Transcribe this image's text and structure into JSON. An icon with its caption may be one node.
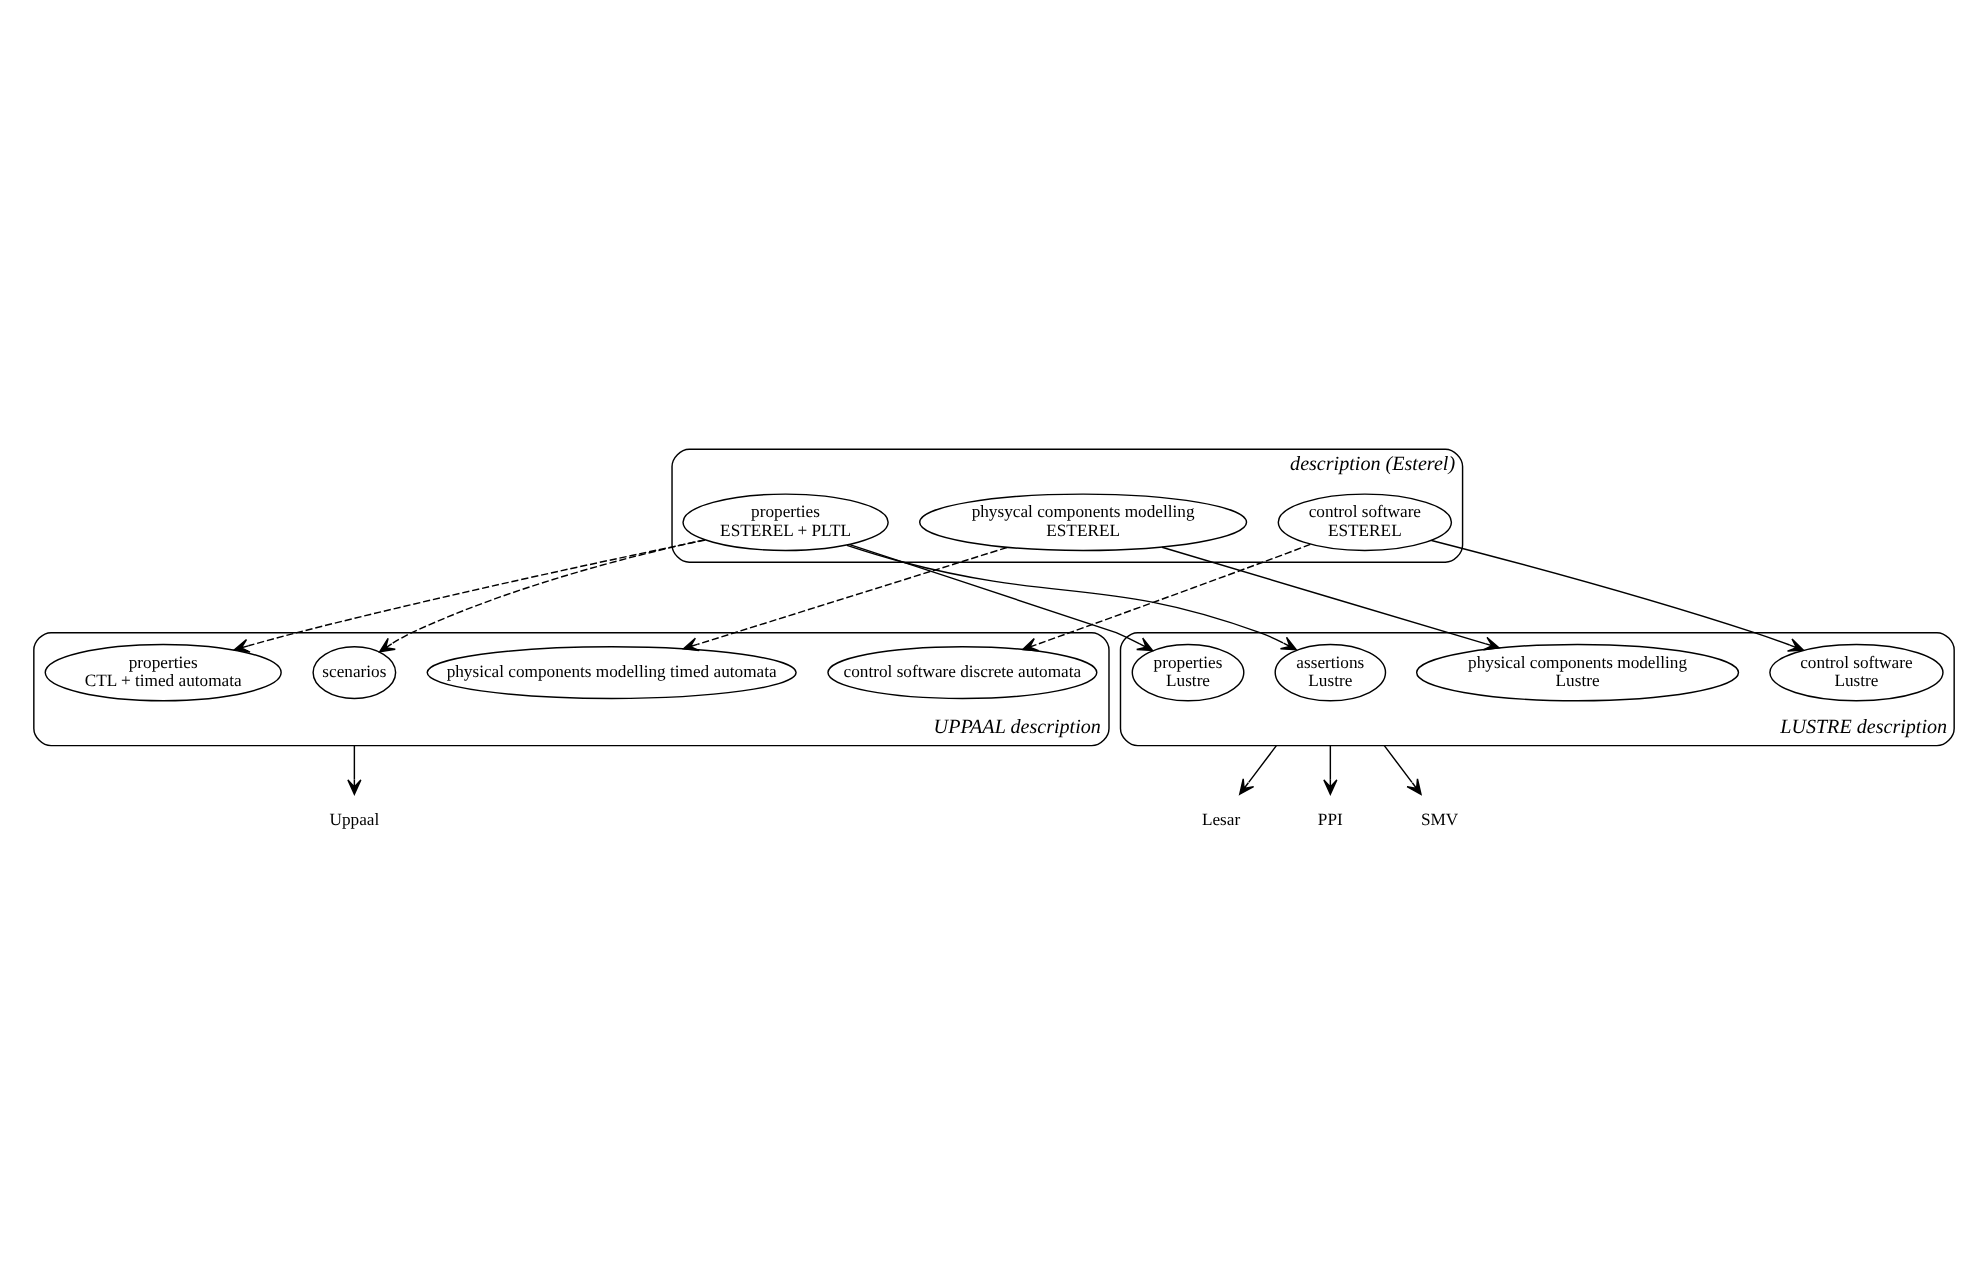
{
  "diagram": {
    "nodes": [
      {
        "text": [
          "description (Esterel)"
        ]
      },
      {
        "text": [
          "control software",
          "ESTEREL"
        ],
        "in": 0
      },
      {
        "text": [
          "physycal components modelling",
          "ESTEREL"
        ],
        "in": 0
      },
      {
        "text": [
          "properties",
          "ESTEREL + PLTL"
        ],
        "in": 0
      },
      {
        "text": [
          "UPPAAL description"
        ]
      },
      {
        "text": [
          "control software discrete automata"
        ],
        "in": 4
      },
      {
        "text": [
          "physical components modelling timed automata"
        ],
        "in": 4
      },
      {
        "text": [
          "scenarios"
        ],
        "in": 4
      },
      {
        "text": [
          "properties",
          "CTL + timed automata"
        ],
        "in": 4
      },
      {
        "text": [
          "LUSTRE description"
        ]
      },
      {
        "text": [
          "control software",
          "Lustre"
        ],
        "in": 9
      },
      {
        "text": [
          "physical components modelling",
          "Lustre"
        ],
        "in": 9
      },
      {
        "text": [
          "assertions",
          "Lustre"
        ],
        "in": 9
      },
      {
        "text": [
          "properties",
          "Lustre"
        ],
        "in": 9
      },
      {
        "text": [
          "Uppaal"
        ]
      },
      {
        "text": [
          "PPI"
        ]
      },
      {
        "text": [
          "SMV"
        ]
      },
      {
        "text": [
          "Lesar"
        ]
      }
    ],
    "edges": [
      {
        "from": 1,
        "to": 5,
        "arrow": "to",
        "style": "dashed"
      },
      {
        "from": 1,
        "to": 10,
        "arrow": "to"
      },
      {
        "from": 2,
        "to": 6,
        "arrow": "to",
        "style": "dashed"
      },
      {
        "from": 2,
        "to": 11,
        "arrow": "to"
      },
      {
        "from": 3,
        "to": 7,
        "arrow": "to",
        "style": "dashed"
      },
      {
        "from": 3,
        "to": 8,
        "arrow": "to",
        "style": "dashed"
      },
      {
        "from": 3,
        "to": 12,
        "arrow": "to"
      },
      {
        "from": 3,
        "to": 13,
        "arrow": "to"
      },
      {
        "from": 4,
        "to": 14,
        "arrow": "to"
      },
      {
        "from": 9,
        "to": 15,
        "arrow": "to"
      },
      {
        "from": 9,
        "to": 16,
        "arrow": "to"
      },
      {
        "from": 9,
        "to": 17,
        "arrow": "to"
      }
    ]
  }
}
